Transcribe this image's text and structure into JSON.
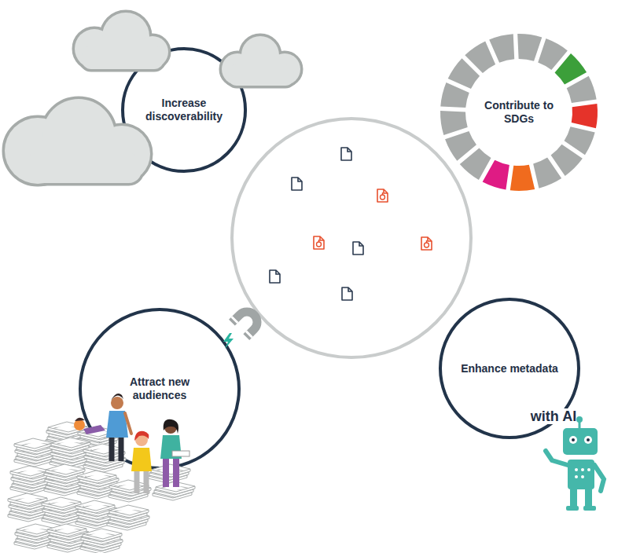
{
  "diagram": {
    "nodes": [
      {
        "text": [
          "Increase discoverability"
        ]
      },
      {
        "text": [
          "Contribute to SDGs"
        ]
      },
      {
        "text": [
          "Attract new audiences"
        ]
      },
      {
        "text": [
          "Enhance metadata",
          "with AI"
        ]
      }
    ]
  }
}
